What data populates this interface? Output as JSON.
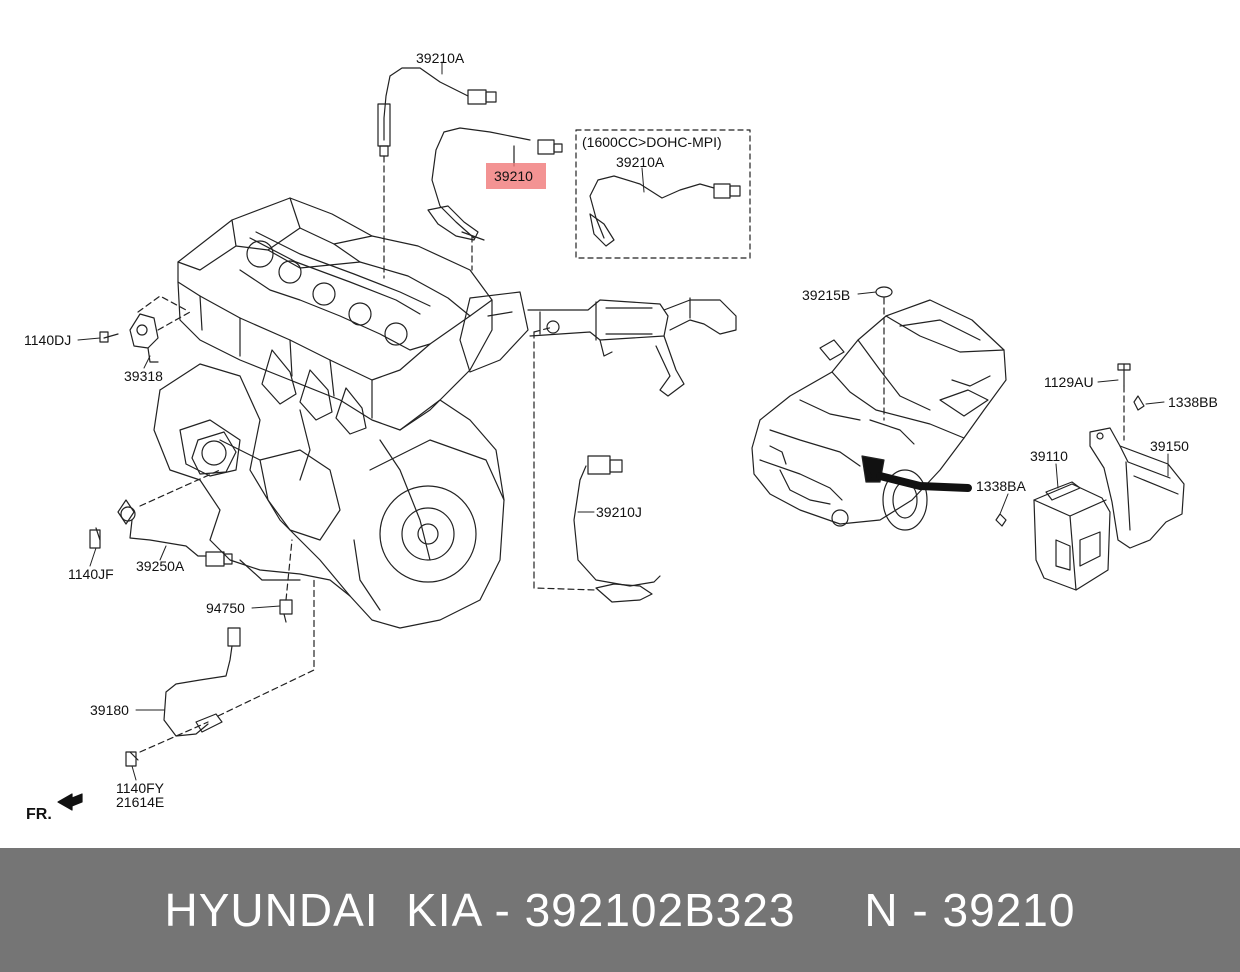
{
  "labels": {
    "l39210A_top": "39210A",
    "l39210": "39210",
    "lbox_title": "(1600CC>DOHC-MPI)",
    "l39210A_box": "39210A",
    "l39215B": "39215B",
    "l1140DJ": "1140DJ",
    "l39318": "39318",
    "l1129AU": "1129AU",
    "l1338BB": "1338BB",
    "l39150": "39150",
    "l39110": "39110",
    "l1338BA": "1338BA",
    "l39210J": "39210J",
    "l1140JF": "1140JF",
    "l39250A": "39250A",
    "l94750": "94750",
    "l39180": "39180",
    "l1140FY": "1140FY",
    "l21614E": "21614E",
    "fr": "FR."
  },
  "footer": {
    "text": "HYUNDAI  KIA - 392102B323     N - 39210"
  },
  "colors": {
    "highlight": "#f07878",
    "footer_bg": "#757575",
    "footer_text": "#ffffff",
    "line": "#222222"
  }
}
